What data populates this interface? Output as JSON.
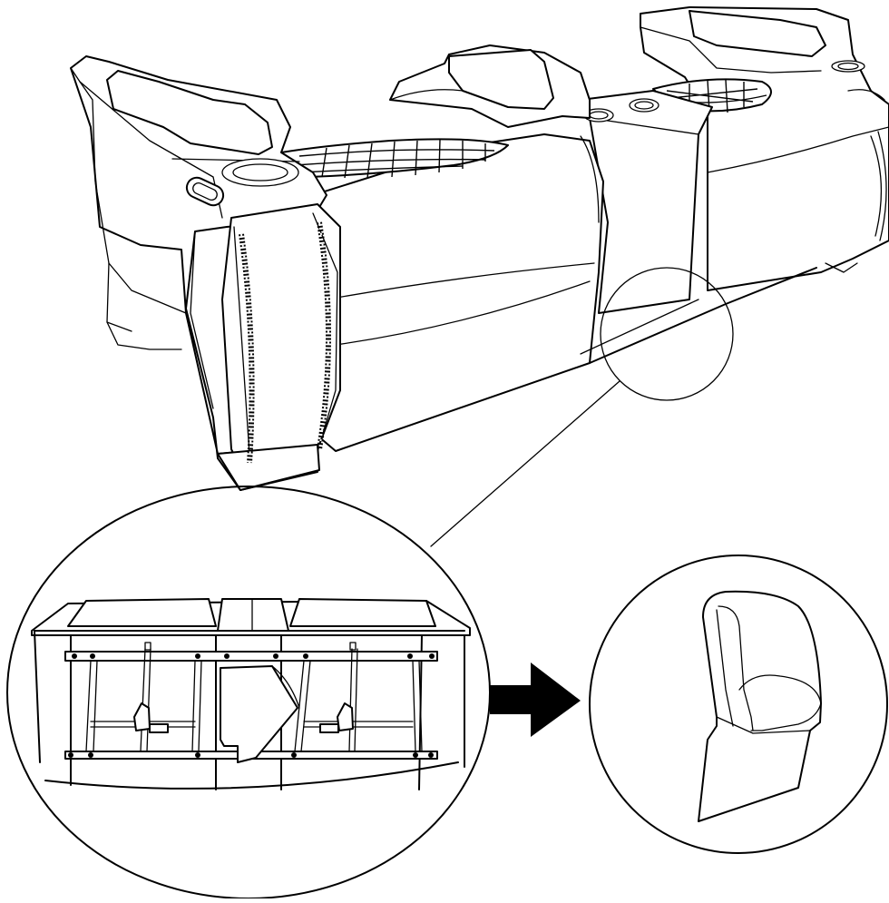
{
  "figure": {
    "kind": "assembly-instruction-illustration",
    "line_color": "#000000",
    "background": "#ffffff",
    "steps": [
      {
        "name": "sofa-overview"
      },
      {
        "name": "magnified-underside-detail"
      },
      {
        "name": "resulting-seat-side-view"
      }
    ],
    "arrow": {
      "direction": "right",
      "fill": "#000000"
    }
  }
}
